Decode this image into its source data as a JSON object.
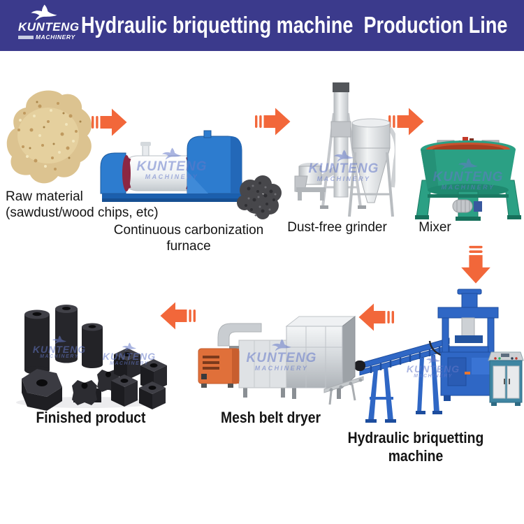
{
  "header": {
    "brand": "KUNTENG",
    "brand_sub": "MACHINERY",
    "title": "Hydraulic briquetting machine  Production Line",
    "bg_color": "#3b3a8c",
    "title_color": "#ffffff"
  },
  "watermark": {
    "brand": "KUNTENG",
    "sub": "MACHINERY"
  },
  "colors": {
    "arrow_orange": "#f2673a",
    "furnace_blue": "#2d7ccf",
    "mixer_green": "#2ba084",
    "machine_blue": "#2f67c5",
    "burner_orange": "#e0703a",
    "cabinet_teal": "#3f86a2",
    "briquette_black": "#232327",
    "sawdust_tan": "#dcc390"
  },
  "flow": {
    "step1": {
      "name": "raw-material",
      "label_line1": "Raw material",
      "label_line2": "(sawdust/wood chips, etc)"
    },
    "step2": {
      "name": "continuous-carbonization-furnace",
      "label_line1": "Continuous carbonization",
      "label_line2": "furnace"
    },
    "step3": {
      "name": "dust-free-grinder",
      "label": "Dust-free grinder"
    },
    "step4": {
      "name": "mixer",
      "label": "Mixer"
    },
    "step5": {
      "name": "hydraulic-briquetting-machine",
      "label": "Hydraulic briquetting machine"
    },
    "step6": {
      "name": "mesh-belt-dryer",
      "label": "Mesh belt dryer"
    },
    "step7": {
      "name": "finished-product",
      "label": "Finished product"
    }
  }
}
